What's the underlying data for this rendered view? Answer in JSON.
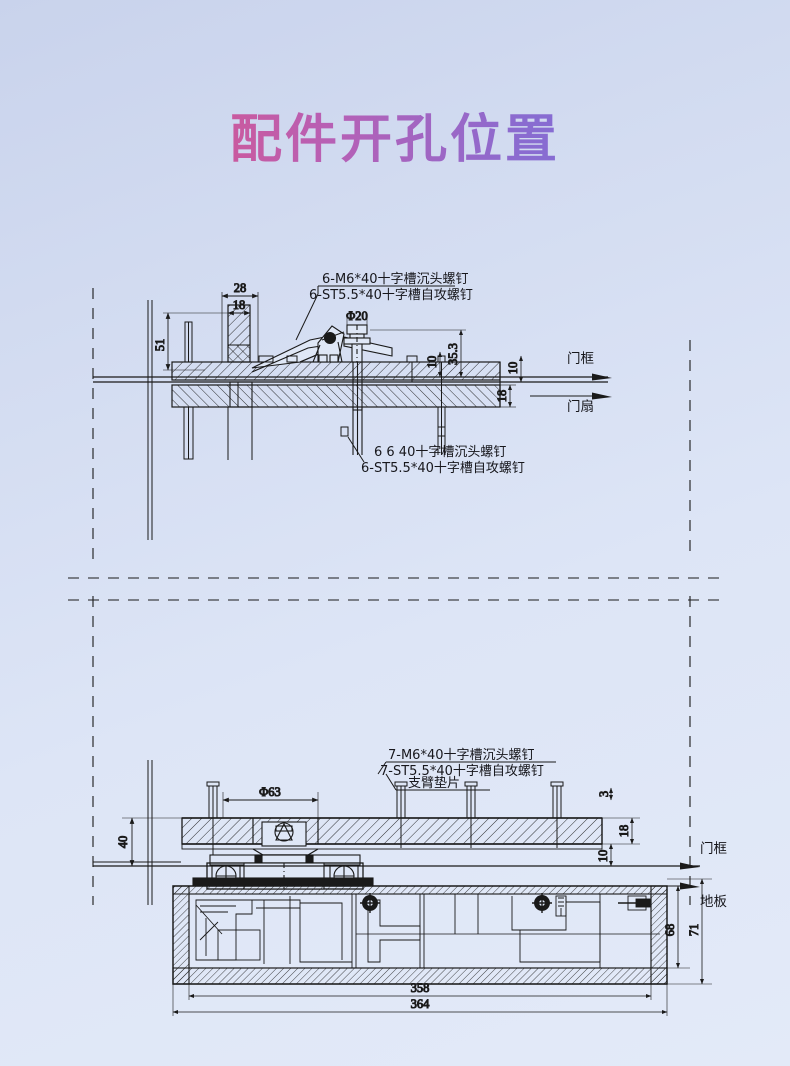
{
  "page": {
    "title": "配件开孔位置",
    "background_top": "#c9d3ec",
    "background_bottom": "#e3eaf8",
    "title_gradient_start": "#e0527f",
    "title_gradient_end": "#6f76dd",
    "line_color": "#1a1a1a"
  },
  "upper_view": {
    "callout_top": {
      "line1": "6-M6*40十字槽沉头螺钉",
      "line2": "6-ST5.5*40十字槽自攻螺钉"
    },
    "callout_bottom": {
      "line1": "6  6 40十字槽沉头螺钉",
      "line2": "6-ST5.5*40十字槽自攻螺钉"
    },
    "dimensions": {
      "width_outer": "28",
      "width_inner": "18",
      "height_left": "51",
      "shaft_diameter": "Φ20",
      "height_right_small": "10",
      "height_right_total": "35.3",
      "frame_gap": "10",
      "leaf_thickness": "18"
    },
    "labels": {
      "door_frame": "门框",
      "door_leaf": "门扇"
    }
  },
  "lower_view": {
    "callout_screws": {
      "line1": "7-M6*40十字槽沉头螺钉",
      "line2": "7-ST5.5*40十字槽自攻螺钉"
    },
    "callout_gasket": "支臂垫片",
    "dimensions": {
      "hole_diameter": "Φ63",
      "height_left": "40",
      "plate_thickness_small": "3",
      "plate_thickness": "18",
      "frame_gap": "10",
      "box_depth_inner": "68",
      "box_depth_outer": "71",
      "length_inner": "358",
      "length_outer": "364"
    },
    "labels": {
      "door_frame": "门框",
      "floor": "地板"
    }
  }
}
